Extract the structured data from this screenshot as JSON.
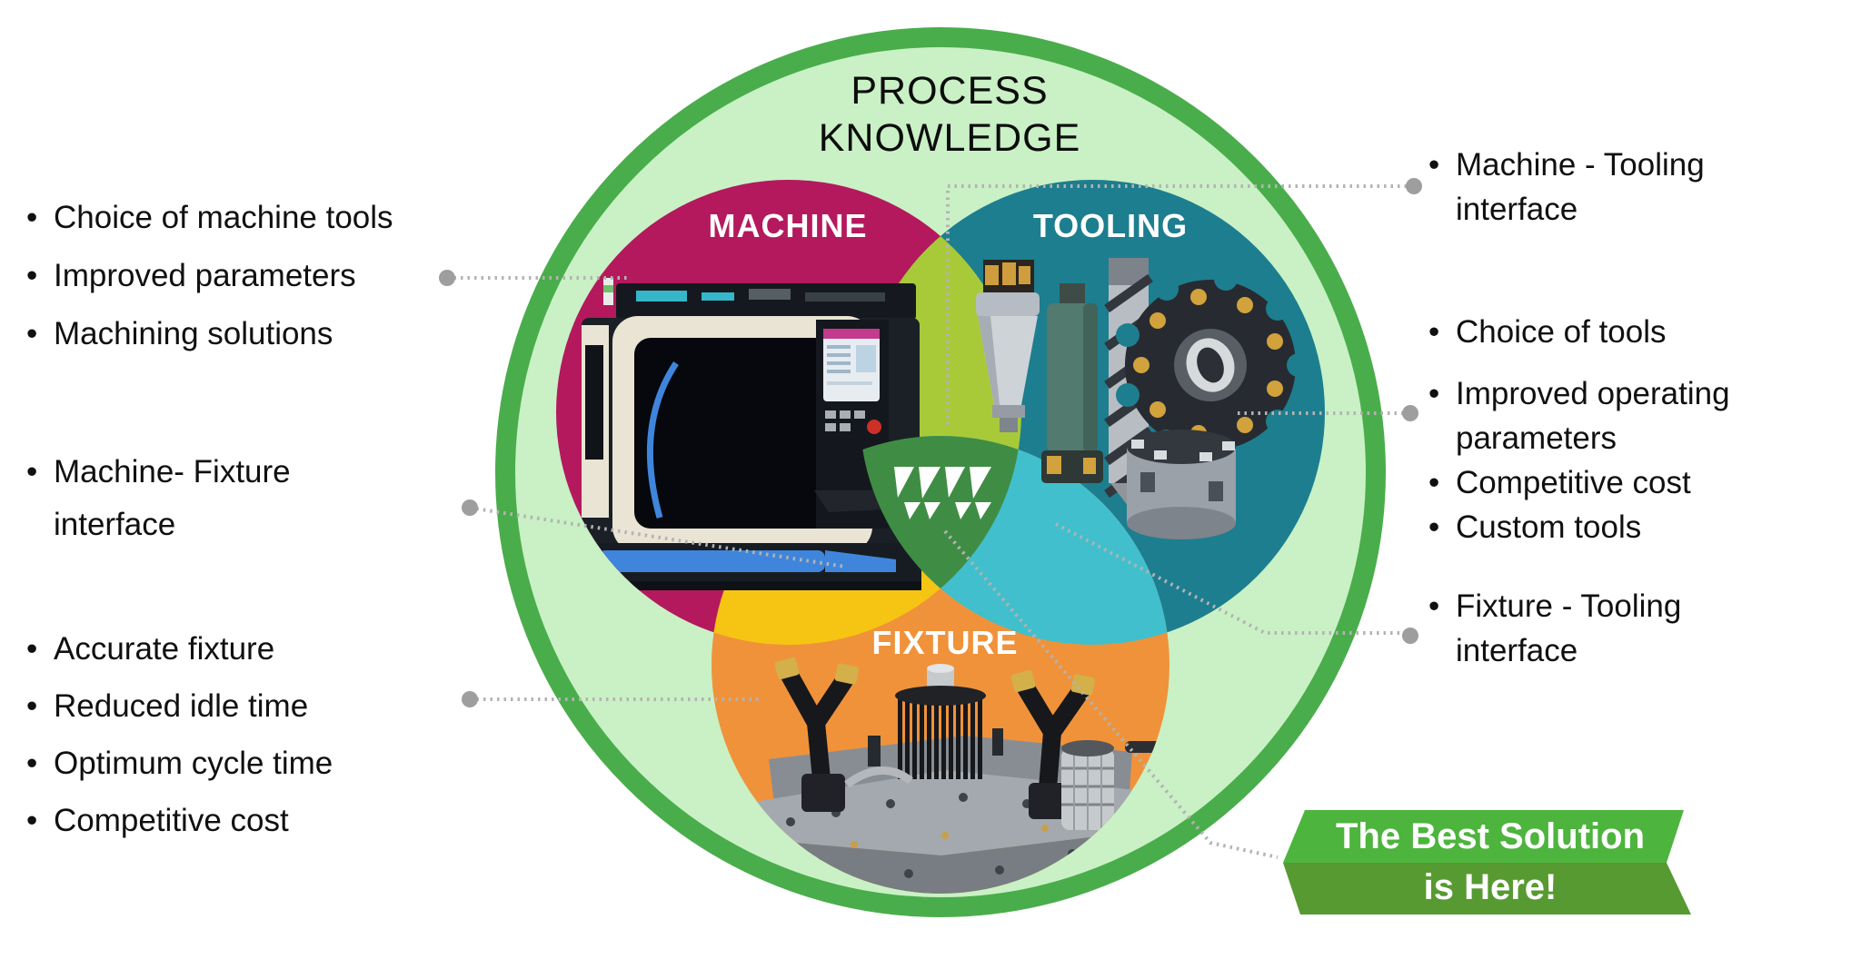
{
  "diagram": {
    "title": "PROCESS\nKNOWLEDGE",
    "circles": [
      {
        "label": "MACHINE",
        "color": "#b4195d"
      },
      {
        "label": "TOOLING",
        "color": "#1d7e8f"
      },
      {
        "label": "FIXTURE",
        "color": "#f0923a"
      }
    ],
    "outer": {
      "fill": "#c9f1c5",
      "border": "#4aad4b"
    },
    "overlaps": {
      "machine_tooling": "#a8ca39",
      "machine_fixture": "#f6c513",
      "tooling_fixture": "#41bfcd",
      "center": "#3f8d44"
    },
    "center_logo": "widia-w-logo"
  },
  "annotations": {
    "left": [
      {
        "name": "machine-benefits",
        "items": [
          "Choice of machine tools",
          "Improved parameters",
          "Machining solutions"
        ]
      },
      {
        "name": "machine-fixture-interface",
        "items": [
          "Machine- Fixture\ninterface"
        ]
      },
      {
        "name": "fixture-benefits",
        "items": [
          "Accurate fixture",
          "Reduced idle time",
          "Optimum cycle time",
          "Competitive cost"
        ]
      }
    ],
    "right": [
      {
        "name": "machine-tooling-interface",
        "items": [
          "Machine - Tooling\ninterface"
        ]
      },
      {
        "name": "tooling-benefits",
        "items": [
          "Choice of tools",
          "Improved operating\nparameters",
          "Competitive cost",
          "Custom tools"
        ]
      },
      {
        "name": "fixture-tooling-interface",
        "items": [
          "Fixture - Tooling\ninterface"
        ]
      }
    ]
  },
  "banner": {
    "line1": "The Best Solution",
    "line2": "is Here!",
    "top_color": "#4db43d",
    "bottom_color": "#579a31"
  },
  "leader_color": "#b3b3b3",
  "leader_dot_color": "#9e9e9e"
}
